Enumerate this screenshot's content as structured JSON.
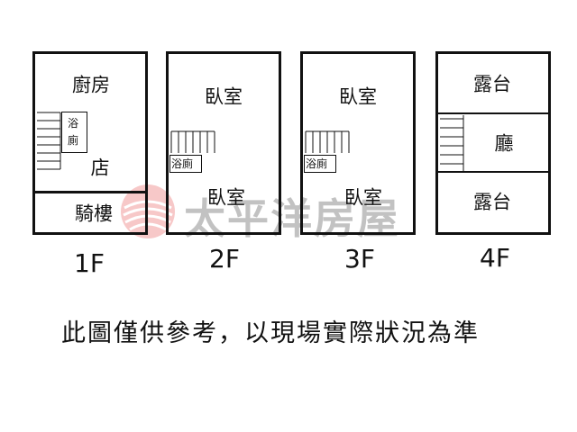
{
  "floors": [
    {
      "name": "1F",
      "rooms": {
        "kitchen": "廚房",
        "bath": "浴",
        "bath2": "廁",
        "shop": "店",
        "arcade": "騎樓"
      }
    },
    {
      "name": "2F",
      "rooms": {
        "bed_top": "臥室",
        "bath": "浴廁",
        "bed_bottom": "臥室"
      }
    },
    {
      "name": "3F",
      "rooms": {
        "bed_top": "臥室",
        "bath": "浴廁",
        "bed_bottom": "臥室"
      }
    },
    {
      "name": "4F",
      "rooms": {
        "terrace_top": "露台",
        "hall": "廳",
        "terrace_bottom": "露台"
      }
    }
  ],
  "watermark": {
    "text": "太平洋房屋"
  },
  "caption": "此圖僅供參考，以現場實際狀況為準"
}
